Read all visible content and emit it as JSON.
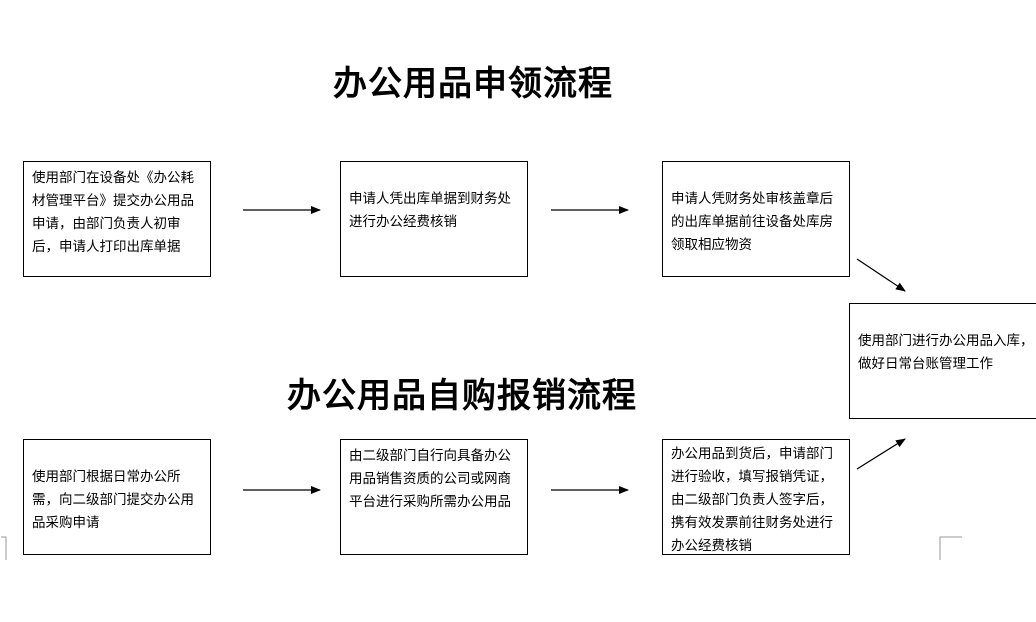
{
  "titles": {
    "requisition": "办公用品申领流程",
    "purchase": "办公用品自购报销流程"
  },
  "requisition_steps": [
    "使用部门在设备处《办公耗材管理平台》提交办公用品申请，由部门负责人初审后，申请人打印出库单据",
    "申请人凭出库单据到财务处进行办公经费核销",
    "申请人凭财务处审核盖章后的出库单据前往设备处库房领取相应物资"
  ],
  "final_step": "使用部门进行办公用品入库，做好日常台账管理工作",
  "purchase_steps": [
    "使用部门根据日常办公所需，向二级部门提交办公用品采购申请",
    "由二级部门自行向具备办公用品销售资质的公司或网商平台进行采购所需办公用品",
    "办公用品到货后，申请部门进行验收，填写报销凭证，由二级部门负责人签字后，携有效发票前往财务处进行办公经费核销"
  ]
}
